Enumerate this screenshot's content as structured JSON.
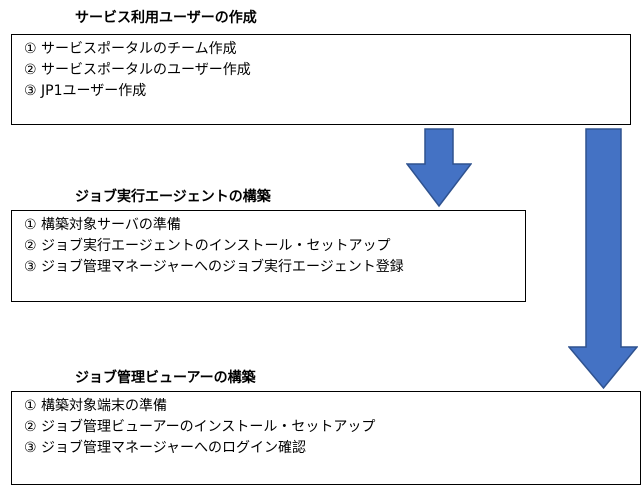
{
  "colors": {
    "arrow": "#4472C4",
    "arrow_outline": "#2F528F"
  },
  "sections": [
    {
      "title": "サービス利用ユーザーの作成",
      "items": [
        "① サービスポータルのチーム作成",
        "② サービスポータルのユーザー作成",
        "③ JP1ユーザー作成"
      ]
    },
    {
      "title": "ジョブ実行エージェントの構築",
      "items": [
        "① 構築対象サーバの準備",
        "② ジョブ実行エージェントのインストール・セットアップ",
        "③ ジョブ管理マネージャーへのジョブ実行エージェント登録"
      ]
    },
    {
      "title": "ジョブ管理ビューアーの構築",
      "items": [
        "① 構築対象端末の準備",
        "② ジョブ管理ビューアーのインストール・セットアップ",
        "③ ジョブ管理マネージャーへのログイン確認"
      ]
    }
  ]
}
